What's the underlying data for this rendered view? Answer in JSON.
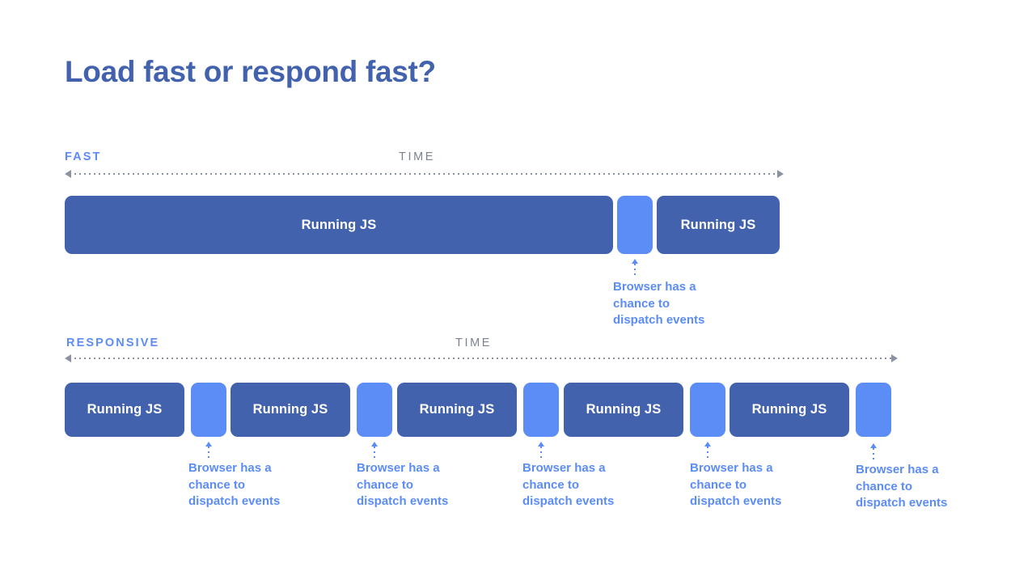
{
  "slide": {
    "title": "Load fast or respond fast?",
    "title_color": "#4262ae",
    "background": "#ffffff"
  },
  "colors": {
    "running_js_bar": "#4262ae",
    "gap_bar": "#5c8cf5",
    "accent_blue": "#5c8cf5",
    "axis_gray": "#8b93a3",
    "time_label_gray": "#7c828f"
  },
  "labels": {
    "running_js": "Running JS",
    "time": "TIME",
    "callout": "Browser has a\nchance to\ndispatch events"
  },
  "sections": [
    {
      "id": "fast",
      "label": "FAST",
      "time_label": "TIME",
      "segments": [
        {
          "type": "js",
          "label": "Running JS"
        },
        {
          "type": "gap",
          "label": ""
        },
        {
          "type": "js",
          "label": "Running JS"
        }
      ],
      "callouts": [
        {
          "text": "Browser has a\nchance to\ndispatch events"
        }
      ]
    },
    {
      "id": "responsive",
      "label": "RESPONSIVE",
      "time_label": "TIME",
      "segments": [
        {
          "type": "js",
          "label": "Running JS"
        },
        {
          "type": "gap",
          "label": ""
        },
        {
          "type": "js",
          "label": "Running JS"
        },
        {
          "type": "gap",
          "label": ""
        },
        {
          "type": "js",
          "label": "Running JS"
        },
        {
          "type": "gap",
          "label": ""
        },
        {
          "type": "js",
          "label": "Running JS"
        },
        {
          "type": "gap",
          "label": ""
        },
        {
          "type": "js",
          "label": "Running JS"
        },
        {
          "type": "gap",
          "label": ""
        }
      ],
      "callouts": [
        {
          "text": "Browser has a\nchance to\ndispatch events"
        },
        {
          "text": "Browser has a\nchance to\ndispatch events"
        },
        {
          "text": "Browser has a\nchance to\ndispatch events"
        },
        {
          "text": "Browser has a\nchance to\ndispatch events"
        },
        {
          "text": "Browser has a\nchance to\ndispatch events"
        }
      ]
    }
  ]
}
